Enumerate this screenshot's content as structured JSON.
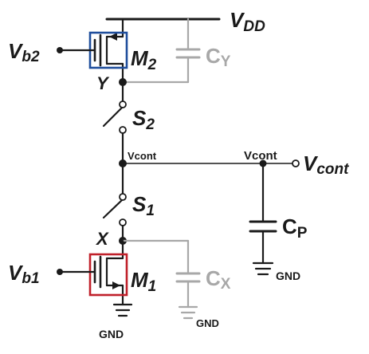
{
  "labels": {
    "vdd": "V",
    "vdd_sub": "DD",
    "vb2": "V",
    "vb2_sub": "b2",
    "m2": "M",
    "m2_sub": "2",
    "cy": "C",
    "cy_sub": "Y",
    "node_y": "Y",
    "s2": "S",
    "s2_sub": "2",
    "vcont_left_note": "Vcont",
    "vcont_right_note": "Vcont",
    "vcont_out": "V",
    "vcont_out_sub": "cont",
    "s1": "S",
    "s1_sub": "1",
    "cp": "C",
    "cp_sub": "P",
    "gnd_cp": "GND",
    "node_x": "X",
    "vb1": "V",
    "vb1_sub": "b1",
    "m1": "M",
    "m1_sub": "1",
    "cx": "C",
    "cx_sub": "X",
    "gnd_m1": "GND",
    "gnd_cx": "GND"
  },
  "colors": {
    "wire": "#1a1a1a",
    "parasitic": "#a8a8a8",
    "m2_box": "#1f4e9c",
    "m1_box": "#c0202a"
  }
}
